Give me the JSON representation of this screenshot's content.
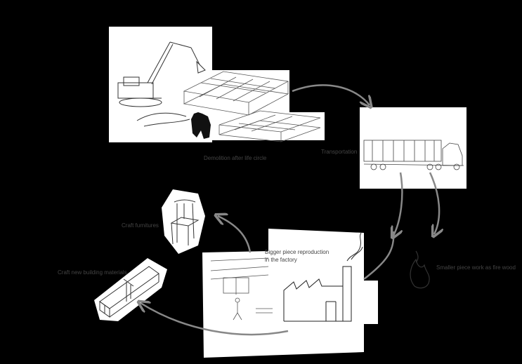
{
  "labels": {
    "demolition": "Demolition after life circle",
    "transportation": "Transportation",
    "craft_furnitures": "Craft furnitures",
    "craft_materials": "Craft new building materials",
    "factory_line1": "Bigger piece reproduction",
    "factory_line2": "in the factory",
    "firewood": "Smaller piece work as fire wood"
  },
  "colors": {
    "background": "#000000",
    "panel": "#ffffff",
    "sketch": "#333333",
    "arrow": "#888888",
    "label": "#444444"
  }
}
